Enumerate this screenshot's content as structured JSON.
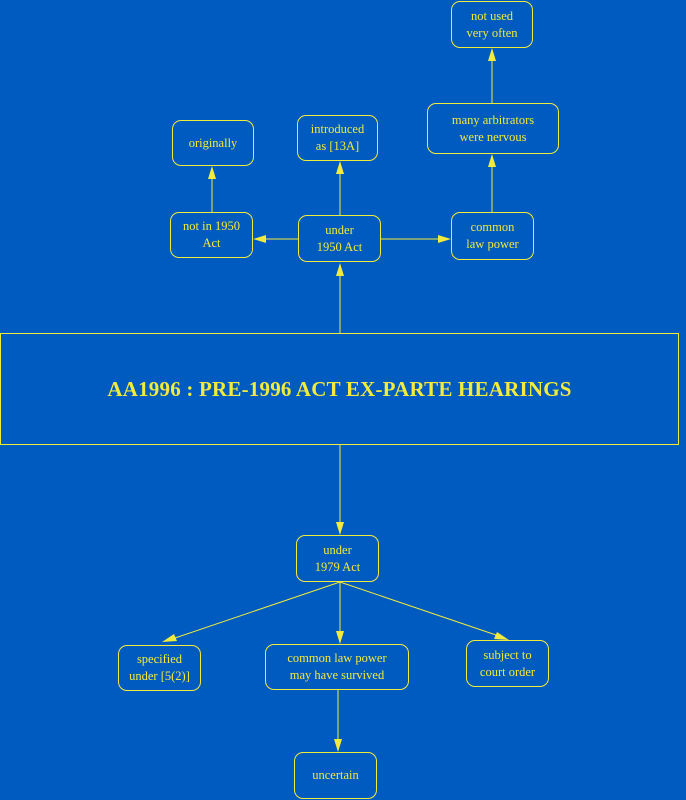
{
  "colors": {
    "background": "#005bc0",
    "foreground": "#f2ea3c"
  },
  "central_topic": "AA1996 : PRE-1996 ACT EX-PARTE HEARINGS",
  "nodes": {
    "not_used": [
      "not used",
      "very often"
    ],
    "many_arbitrators": [
      "many arbitrators",
      "were nervous"
    ],
    "originally": [
      "originally"
    ],
    "introduced": [
      "introduced",
      "as [13A]"
    ],
    "not_in_1950": [
      "not in 1950",
      "Act"
    ],
    "under_1950": [
      "under",
      "1950 Act"
    ],
    "common_law_power": [
      "common",
      "law power"
    ],
    "under_1979": [
      "under",
      "1979 Act"
    ],
    "specified": [
      "specified",
      "under [5(2)]"
    ],
    "common_law_survived": [
      "common law power",
      "may have survived"
    ],
    "subject_to_court": [
      "subject to",
      "court order"
    ],
    "uncertain": [
      "uncertain"
    ]
  }
}
